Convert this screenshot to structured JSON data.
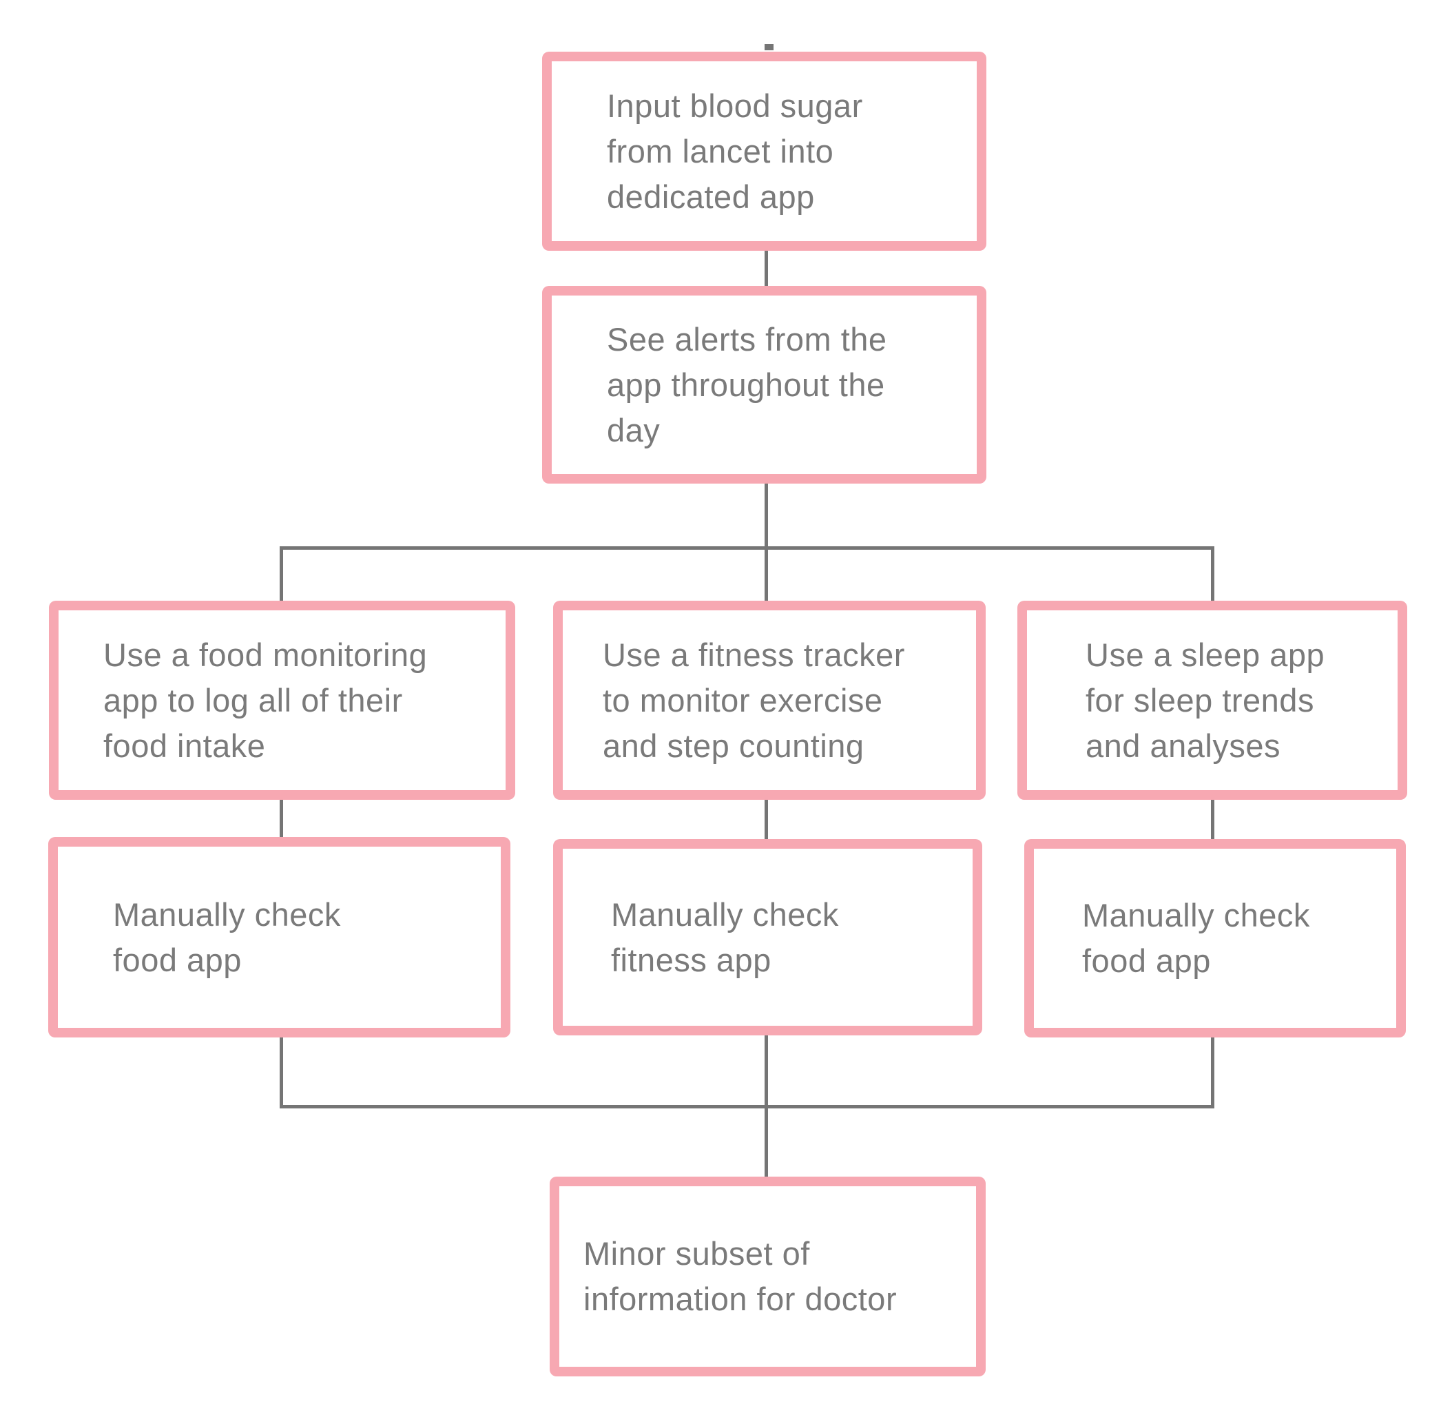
{
  "diagram": {
    "colors": {
      "box_border": "#F7A8B2",
      "box_fill": "#FFFFFF",
      "text": "#7A7A7A",
      "connector": "#757575"
    },
    "nodes": [
      {
        "id": "input-blood-sugar",
        "lines": [
          "Input blood sugar",
          "from lancet into",
          "dedicated app"
        ]
      },
      {
        "id": "see-alerts",
        "lines": [
          "See alerts from the",
          "app throughout the",
          "day"
        ]
      },
      {
        "id": "food-monitoring-app",
        "lines": [
          "Use a food monitoring",
          "app to log all of their",
          "food intake"
        ]
      },
      {
        "id": "fitness-tracker",
        "lines": [
          "Use a fitness tracker",
          "to monitor exercise",
          "and step counting"
        ]
      },
      {
        "id": "sleep-app",
        "lines": [
          "Use a sleep app",
          "for sleep trends",
          "and analyses"
        ]
      },
      {
        "id": "manually-check-food-left",
        "lines": [
          "Manually check",
          "food app"
        ]
      },
      {
        "id": "manually-check-fitness",
        "lines": [
          "Manually check",
          "fitness app"
        ]
      },
      {
        "id": "manually-check-food-right",
        "lines": [
          "Manually check",
          "food app"
        ]
      },
      {
        "id": "minor-subset-doctor",
        "lines": [
          "Minor subset of",
          "information for doctor"
        ]
      }
    ]
  }
}
